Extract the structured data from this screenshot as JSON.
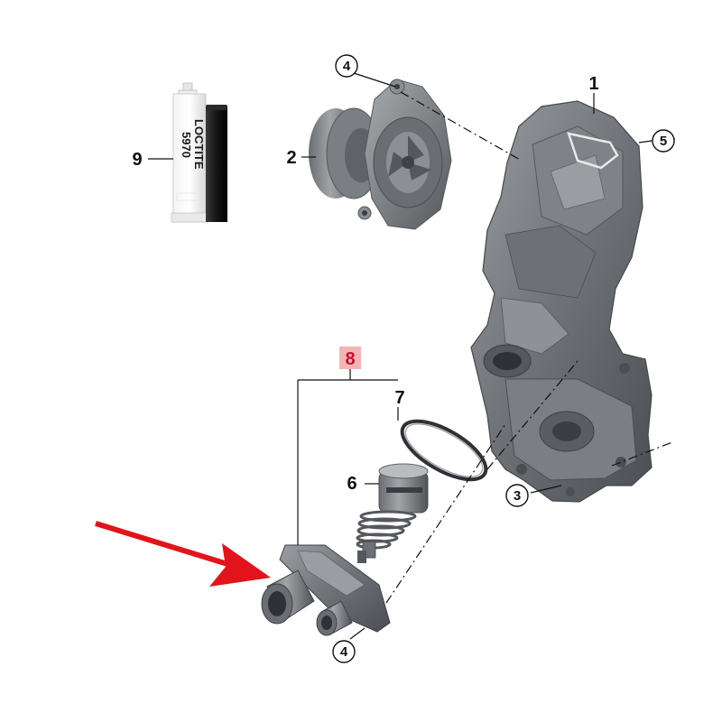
{
  "callouts": {
    "housing": "1",
    "water_pump": "2",
    "bolt_bottom": "3",
    "bolt_top": "4",
    "bolt_lower": "4",
    "bolt_right": "5",
    "thermostat": "6",
    "seal_ring": "7",
    "thermostat_kit": "8",
    "sealant": "9"
  },
  "sealant_tube": {
    "brand": "LOCTITE",
    "product": "5970"
  },
  "colors": {
    "highlight_box": "#f2b5b5",
    "highlight_text": "#c8102e",
    "arrow": "#e3131b",
    "part_dark": "#5f6266",
    "part_mid": "#8a8d91",
    "part_light": "#b4b7ba"
  },
  "icons": {
    "pointer": "red-arrow-icon"
  }
}
